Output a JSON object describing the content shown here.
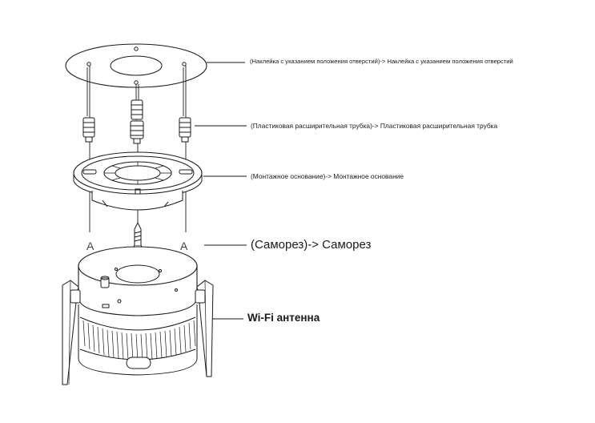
{
  "callouts": {
    "sticker": "(Наклейка с указанием положения отверстий)-> Наклейка с указанием положения отверстий",
    "tube": "(Пластиковая расширительная трубка)-> Пластиковая расширительная трубка",
    "base": "(Монтажное основание)-> Монтажное основание",
    "screw": "(Саморез)-> Саморез",
    "antenna": "Wi-Fi антенна"
  },
  "markers": {
    "left": "A",
    "right": "A"
  },
  "colors": {
    "line": "#1a1a1a",
    "fill": "#ffffff"
  }
}
